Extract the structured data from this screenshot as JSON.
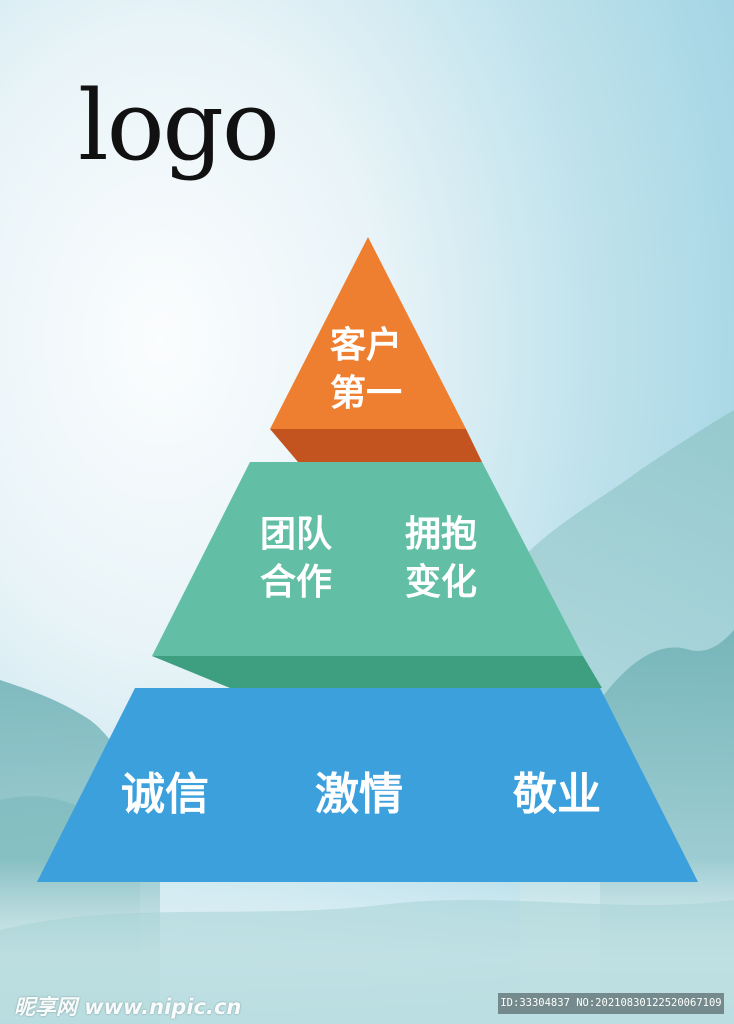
{
  "logo_text": "logo",
  "pyramid": {
    "top": {
      "line1": "客户",
      "line2": "第一",
      "color": "#EF7F30",
      "shadow_color": "#C4541F"
    },
    "middle": {
      "left_line1": "团队",
      "left_line2": "合作",
      "right_line1": "拥抱",
      "right_line2": "变化",
      "color": "#62BFA5",
      "shadow_color": "#3E9F80"
    },
    "base": {
      "items": [
        "诚信",
        "激情",
        "敬业"
      ],
      "color": "#3CA0DC"
    }
  },
  "background": {
    "sky_top": "#A9D9E6",
    "sky_mid": "#F4F9FB",
    "mist": "#9CCDCB"
  },
  "watermark": {
    "left": "昵享网 www.nipic.cn",
    "right": "ID:33304837 NO:20210830122520067109"
  }
}
